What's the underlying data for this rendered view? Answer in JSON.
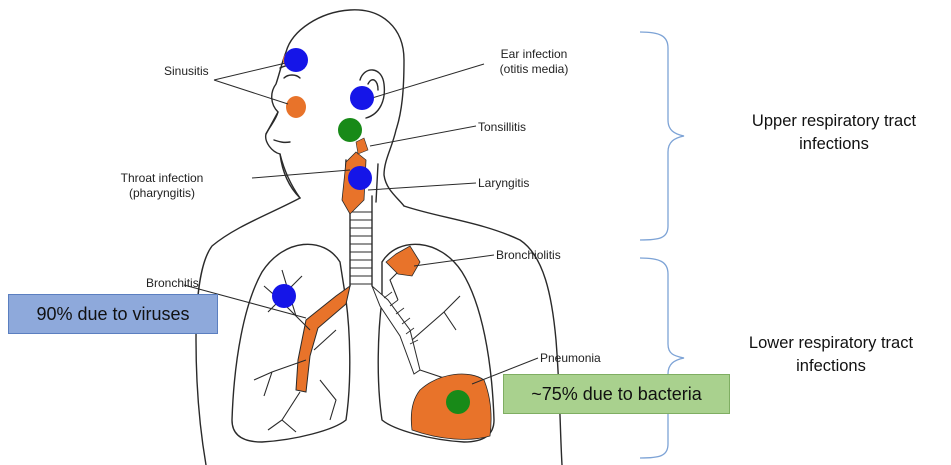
{
  "labels": {
    "sinusitis": "Sinusitis",
    "ear_infection_1": "Ear infection",
    "ear_infection_2": "(otitis media)",
    "tonsillitis": "Tonsillitis",
    "throat_1": "Throat infection",
    "throat_2": "(pharyngitis)",
    "laryngitis": "Laryngitis",
    "bronchiolitis": "Bronchiolitis",
    "bronchitis": "Bronchitis",
    "pneumonia": "Pneumonia"
  },
  "groups": {
    "upper_1": "Upper respiratory tract",
    "upper_2": "infections",
    "lower_1": "Lower respiratory tract",
    "lower_2": "infections"
  },
  "callouts": {
    "viruses": "90% due to viruses",
    "bacteria": "~75% due to bacteria"
  },
  "colors": {
    "virus_dot": "#1515e8",
    "bacteria_dot": "#188a18",
    "infection_area": "#e8732a",
    "bracket": "#7da3d6",
    "outline": "#2a2a2a"
  },
  "legend_meaning": {
    "blue_dot": "virus",
    "green_dot": "bacteria"
  }
}
